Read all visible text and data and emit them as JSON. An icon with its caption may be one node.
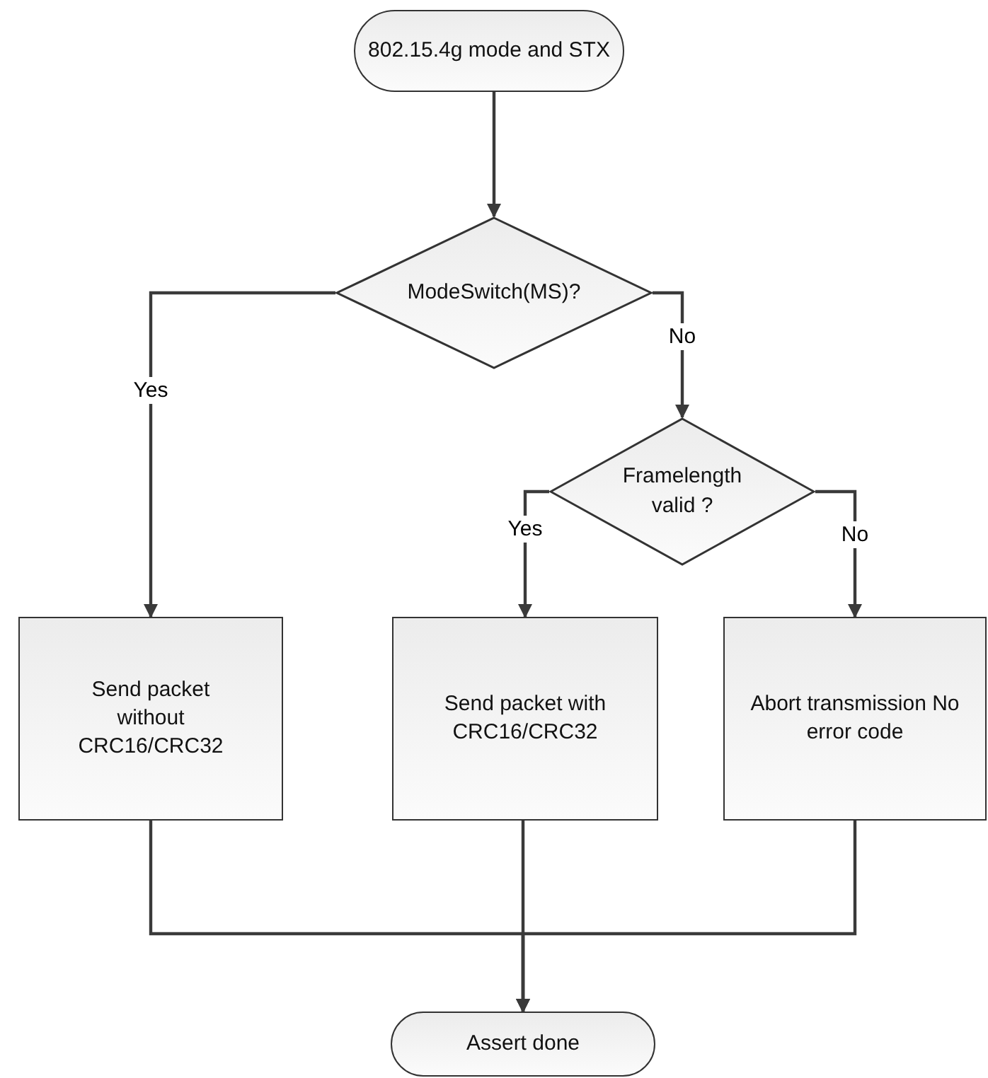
{
  "diagram": {
    "nodes": [
      {
        "text": [
          "802.15.4g mode and STX"
        ]
      },
      {
        "text": [
          "ModeSwitch(MS)?"
        ]
      },
      {
        "text": [
          "Framelength valid ?"
        ]
      },
      {
        "text": [
          "Send packet without CRC16/CRC32"
        ]
      },
      {
        "text": [
          "Send packet with CRC16/CRC32"
        ]
      },
      {
        "text": [
          "Abort transmission No error code"
        ]
      },
      {
        "text": [
          "Assert done"
        ]
      }
    ],
    "edges": [
      {
        "from": 0,
        "to": 1,
        "arrow": "to"
      },
      {
        "from": 1,
        "to": 3,
        "arrow": "to",
        "label": "Yes"
      },
      {
        "from": 1,
        "to": 2,
        "arrow": "to",
        "label": "No"
      },
      {
        "from": 2,
        "to": 4,
        "arrow": "to",
        "label": "Yes"
      },
      {
        "from": 2,
        "to": 5,
        "arrow": "to",
        "label": "No"
      },
      {
        "from": 3,
        "to": 6,
        "arrow": "to"
      },
      {
        "from": 4,
        "to": 6,
        "arrow": "to"
      },
      {
        "from": 5,
        "to": 6,
        "arrow": "to"
      }
    ]
  }
}
